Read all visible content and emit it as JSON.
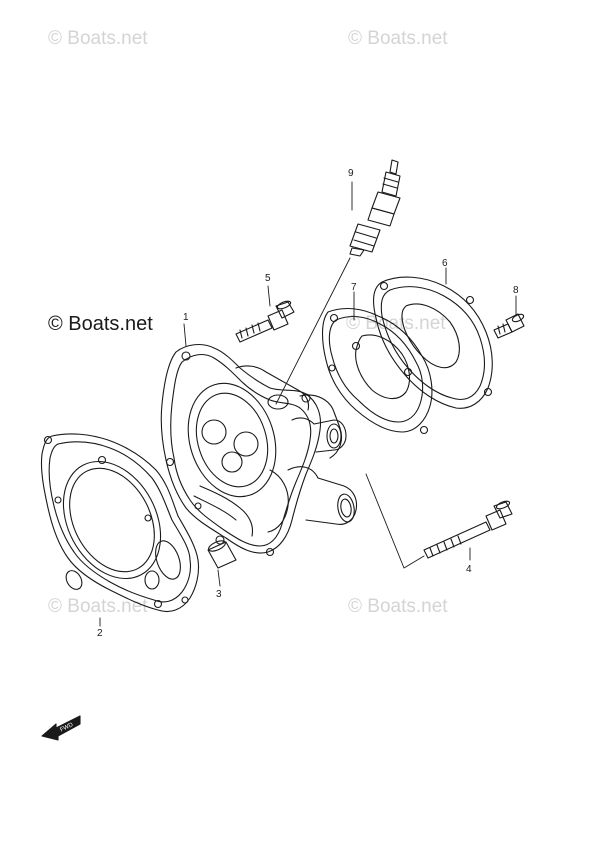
{
  "watermarks": {
    "top_left": "© Boats.net",
    "top_right": "© Boats.net",
    "main": "© Boats.net",
    "mid_right": "© Boats.net",
    "bottom_left": "© Boats.net",
    "bottom_right": "© Boats.net"
  },
  "callouts": {
    "part_1": "1",
    "part_2": "2",
    "part_3": "3",
    "part_4": "4",
    "part_5": "5",
    "part_6": "6",
    "part_7": "7",
    "part_8": "8",
    "part_9": "9"
  },
  "direction_mark": "FWD",
  "colors": {
    "line": "#1a1a1a",
    "watermark": "#d4d4d4"
  }
}
